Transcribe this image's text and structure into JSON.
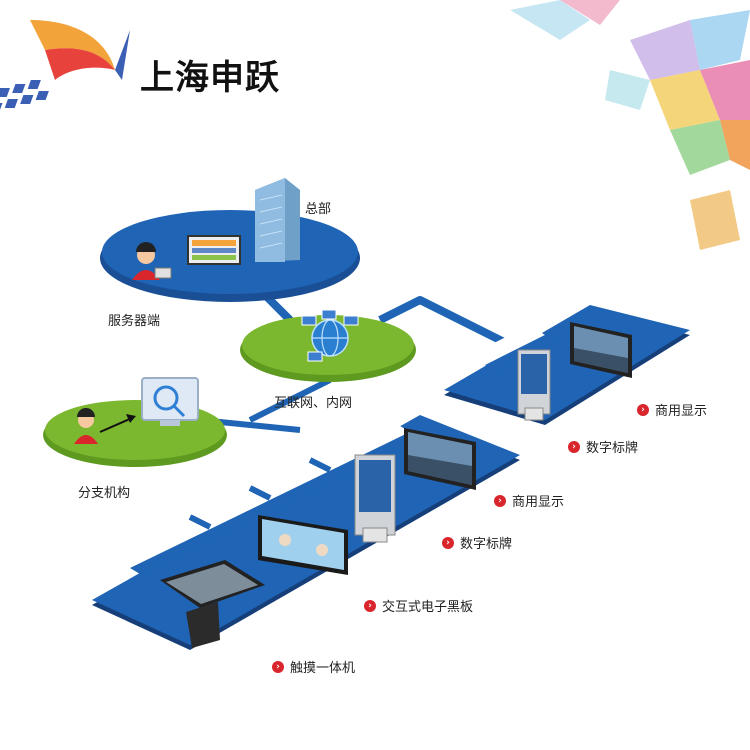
{
  "brand": {
    "name": "上海申跃"
  },
  "nodes": {
    "headquarters": "总部",
    "server": "服务器端",
    "internet": "互联网、内网",
    "branch": "分支机构"
  },
  "devices_upper": [
    {
      "label": "商用显示"
    },
    {
      "label": "数字标牌"
    }
  ],
  "devices_lower": [
    {
      "label": "商用显示"
    },
    {
      "label": "数字标牌"
    },
    {
      "label": "交互式电子黑板"
    },
    {
      "label": "触摸一体机"
    }
  ],
  "colors": {
    "platform_blue": "#1f64b5",
    "network_green": "#7cb82f",
    "link_blue": "#1f64b5",
    "accent_red": "#d9262c"
  }
}
